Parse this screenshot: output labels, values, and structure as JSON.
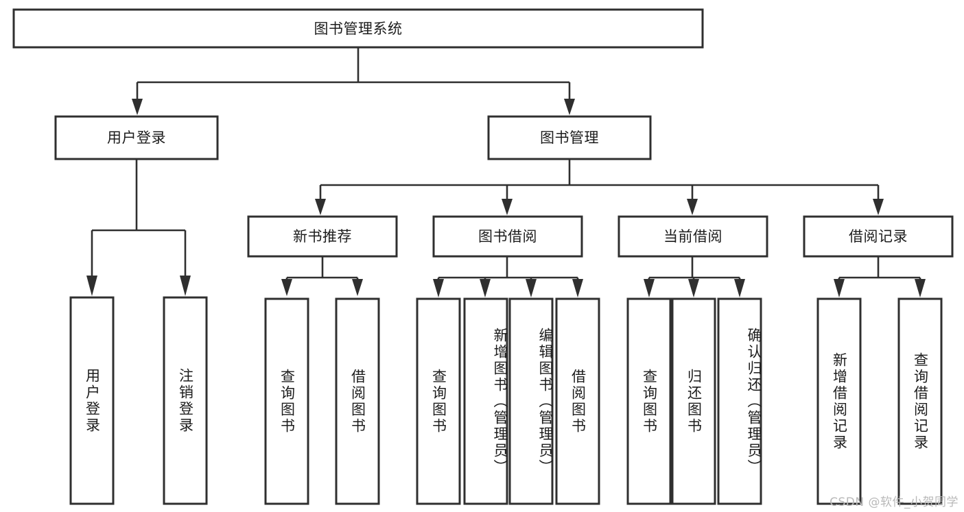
{
  "diagram": {
    "title": "图书管理系统",
    "type": "hierarchy-tree",
    "orientation": "top-down",
    "levels": 4,
    "root": {
      "id": "root",
      "label": "图书管理系统",
      "text_orientation": "horizontal"
    },
    "level2": [
      {
        "id": "user-login",
        "label": "用户登录",
        "text_orientation": "horizontal"
      },
      {
        "id": "book-manage",
        "label": "图书管理",
        "text_orientation": "horizontal"
      }
    ],
    "level3": [
      {
        "id": "new-book-recommend",
        "label": "新书推荐",
        "text_orientation": "horizontal",
        "parent": "book-manage"
      },
      {
        "id": "book-borrow",
        "label": "图书借阅",
        "text_orientation": "horizontal",
        "parent": "book-manage"
      },
      {
        "id": "current-borrow",
        "label": "当前借阅",
        "text_orientation": "horizontal",
        "parent": "book-manage"
      },
      {
        "id": "borrow-record",
        "label": "借阅记录",
        "text_orientation": "horizontal",
        "parent": "book-manage"
      }
    ],
    "leaves": {
      "user_login": [
        {
          "id": "leaf-user-login",
          "label": "用户登录"
        },
        {
          "id": "leaf-logout-login",
          "label": "注销登录"
        }
      ],
      "new_book_recommend": [
        {
          "id": "leaf-query-book-1",
          "label": "查询图书"
        },
        {
          "id": "leaf-borrow-book-1",
          "label": "借阅图书"
        }
      ],
      "book_borrow": [
        {
          "id": "leaf-query-book-2",
          "label": "查询图书"
        },
        {
          "id": "leaf-add-book",
          "label": "新增图书（管理员）"
        },
        {
          "id": "leaf-edit-book",
          "label": "编辑图书（管理员）"
        },
        {
          "id": "leaf-borrow-book-2",
          "label": "借阅图书"
        }
      ],
      "current_borrow": [
        {
          "id": "leaf-query-book-3",
          "label": "查询图书"
        },
        {
          "id": "leaf-return-book",
          "label": "归还图书"
        },
        {
          "id": "leaf-confirm-return",
          "label": "确认归还（管理员）"
        }
      ],
      "borrow_record": [
        {
          "id": "leaf-add-record",
          "label": "新增借阅记录"
        },
        {
          "id": "leaf-query-record",
          "label": "查询借阅记录"
        }
      ]
    }
  },
  "watermark": {
    "text": "CSDN @软件_小贺同学"
  },
  "colors": {
    "box_border": "#2f2f2f",
    "box_fill": "#ffffff",
    "connector": "#2f2f2f",
    "text": "#1c1c1c",
    "background": "#ffffff",
    "watermark_text": "#b9b9b9"
  }
}
